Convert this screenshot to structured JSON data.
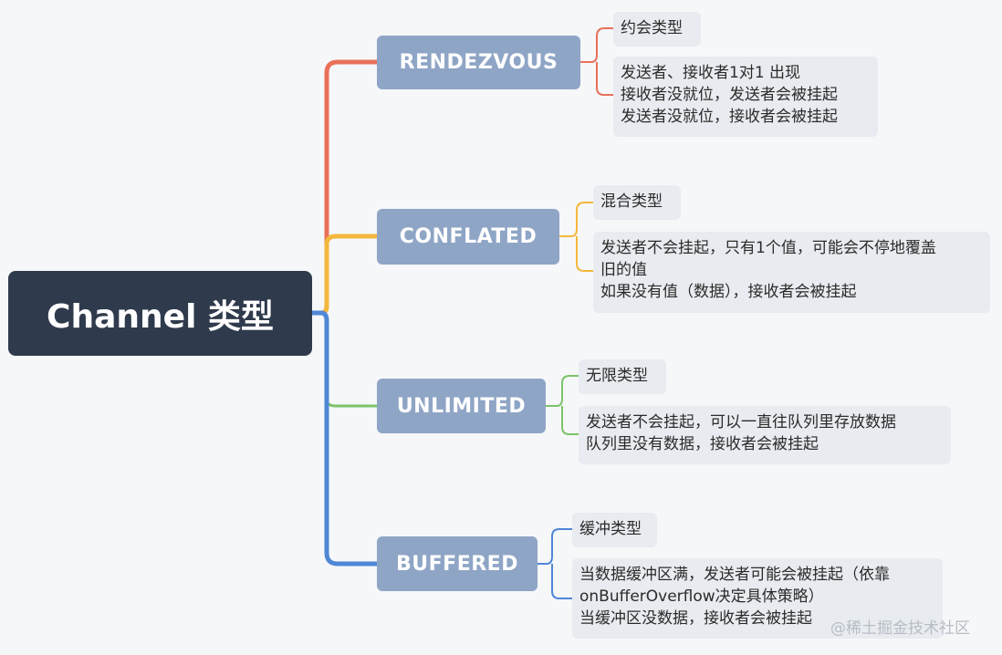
{
  "root": {
    "label": "Channel 类型"
  },
  "branches": [
    {
      "label": "RENDEZVOUS",
      "color": "#e8705a",
      "title": "约会类型",
      "details": [
        "发送者、接收者1对1 出现",
        "接收者没就位，发送者会被挂起",
        "发送者没就位，接收者会被挂起"
      ]
    },
    {
      "label": "CONFLATED",
      "color": "#f4b73d",
      "title": "混合类型",
      "details": [
        "发送者不会挂起，只有1个值，可能会不停地覆盖",
        "旧的值",
        "如果没有值（数据），接收者会被挂起"
      ]
    },
    {
      "label": "UNLIMITED",
      "color": "#7cc36a",
      "title": "无限类型",
      "details": [
        "发送者不会挂起，可以一直往队列里存放数据",
        "队列里没有数据，接收者会被挂起"
      ]
    },
    {
      "label": "BUFFERED",
      "color": "#4f87d6",
      "title": "缓冲类型",
      "details": [
        "当数据缓冲区满，发送者可能会被挂起（依靠",
        "onBufferOverflow决定具体策略）",
        "当缓冲区没数据，接收者会被挂起"
      ]
    }
  ],
  "watermark": "@稀土掘金技术社区"
}
